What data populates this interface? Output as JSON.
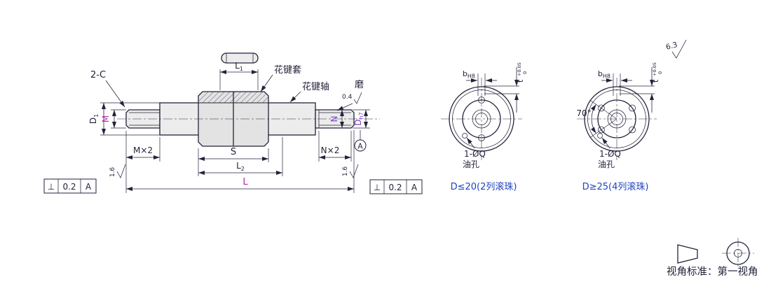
{
  "colors": {
    "line": "#23233a",
    "magenta": "#b52aa0",
    "purple": "#7b3fc4",
    "blue": "#2244bb",
    "fill": "#ececec",
    "fill2": "#e3e3e3",
    "hatch": "#4a4a60"
  },
  "main_view": {
    "chamfer_label": "2-C",
    "sleeve_label": "花键套",
    "shaft_label": "花键轴",
    "grind_label": "磨",
    "grind_value": "0.4",
    "roughness_left": "1.6",
    "roughness_right": "1.6",
    "datum_label": "A",
    "dims": {
      "d1": {
        "base": "D",
        "sub": "1"
      },
      "m": "M",
      "m2": "M×2",
      "l1": {
        "base": "L",
        "sub": "1"
      },
      "s": "S",
      "l2": {
        "base": "L",
        "sub": "2"
      },
      "l": "L",
      "n": "N",
      "n2": "N×2",
      "dh7": {
        "base": "D",
        "sub": "h7"
      }
    },
    "tolerance_left": {
      "symbol": "⊥",
      "value": "0.2",
      "datum": "A"
    },
    "tolerance_right": {
      "symbol": "⊥",
      "value": "0.2",
      "datum": "A"
    }
  },
  "section_views": [
    {
      "b_base": "b",
      "b_sub": "H8",
      "t_label": "t",
      "t_upper": "+0.05",
      "t_lower": "0",
      "hole_label": "1-ØQ",
      "hole_name": "油孔",
      "caption": "D≤20(2列滚珠)"
    },
    {
      "b_base": "b",
      "b_sub": "H8",
      "t_label": "t",
      "t_upper": "+0.05",
      "t_lower": "0",
      "angle": "70°",
      "hole_label": "1-ØQ",
      "hole_name": "油孔",
      "caption": "D≥25(4列滚珠)"
    }
  ],
  "global_roughness": "6.3",
  "footer": {
    "label": "视角标准：第一视角"
  }
}
